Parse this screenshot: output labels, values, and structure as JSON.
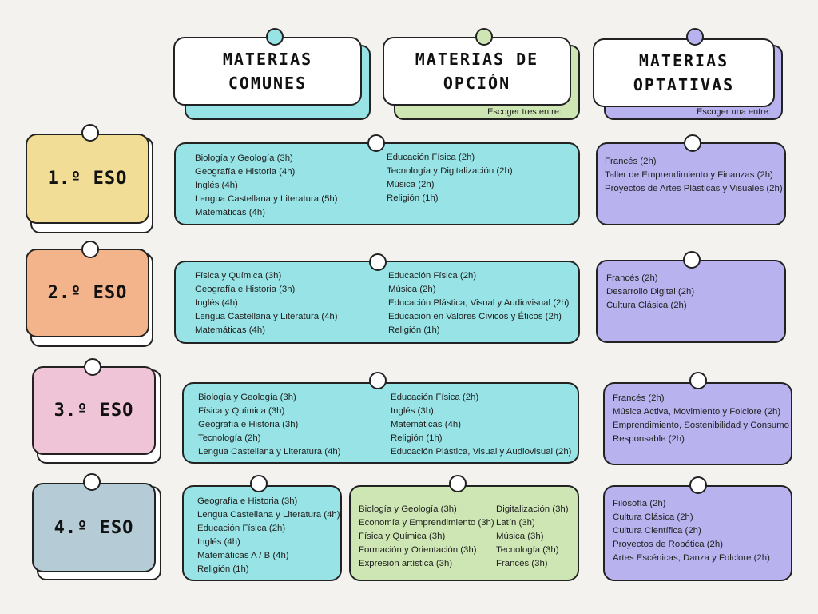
{
  "headers": {
    "comunes": {
      "line1": "MATERIAS",
      "line2": "COMUNES"
    },
    "opcion": {
      "line1": "MATERIAS DE",
      "line2": "OPCIÓN",
      "note": "Escoger tres entre:"
    },
    "optativas": {
      "line1": "MATERIAS",
      "line2": "OPTATIVAS",
      "note": "Escoger una entre:"
    }
  },
  "colors": {
    "comunes": "#97e3e5",
    "opcion": "#cde6b3",
    "optativas": "#b8b2ee",
    "eso1": "#f2dd96",
    "eso2": "#f3b48c",
    "eso3": "#efc4d6",
    "eso4": "#b5cbd6"
  },
  "rows": [
    {
      "course": "1.º ESO",
      "comunes": [
        "Biología y Geología (3h)",
        "Geografía e Historia (4h)",
        "Inglés (4h)",
        "Lengua Castellana y Literatura (5h)",
        "Matemáticas (4h)"
      ],
      "opcion": [
        "Educación Física (2h)",
        "Tecnología y Digitalización (2h)",
        "Música (2h)",
        "Religión (1h)"
      ],
      "optativas": [
        "Francés (2h)",
        "Taller de Emprendimiento y Finanzas (2h)",
        "Proyectos de Artes Plásticas y Visuales (2h)"
      ]
    },
    {
      "course": "2.º ESO",
      "comunes": [
        "Física y Química (3h)",
        "Geografía e Historia (3h)",
        "Inglés (4h)",
        "Lengua Castellana y Literatura (4h)",
        "Matemáticas (4h)"
      ],
      "opcion": [
        "Educación Física (2h)",
        "Música (2h)",
        "Educación Plástica, Visual y Audiovisual (2h)",
        "Educación en Valores Cívicos y Éticos (2h)",
        "Religión (1h)"
      ],
      "optativas": [
        "Francés (2h)",
        "Desarrollo Digital (2h)",
        "Cultura Clásica (2h)"
      ]
    },
    {
      "course": "3.º ESO",
      "comunes": [
        "Biología y Geología (3h)",
        "Física y Química (3h)",
        "Geografía e Historia (3h)",
        "Tecnología (2h)",
        "Lengua Castellana y Literatura (4h)"
      ],
      "opcion": [
        "Educación Física (2h)",
        "Inglés (3h)",
        "Matemáticas (4h)",
        "Religión (1h)",
        "Educación Plástica, Visual y Audiovisual (2h)"
      ],
      "optativas": [
        "Francés (2h)",
        "Música Activa, Movimiento y Folclore (2h)",
        "Emprendimiento, Sostenibilidad y Consumo",
        "Responsable (2h)"
      ]
    },
    {
      "course": "4.º ESO",
      "comunes": [
        "Geografía e Historia (3h)",
        "Lengua Castellana y Literatura (4h)",
        "Educación Física (2h)",
        "Inglés (4h)",
        "Matemáticas A / B (4h)",
        "Religión (1h)"
      ],
      "opcion_a": [
        "Biología y Geología (3h)",
        "Economía y Emprendimiento (3h)",
        "Física y Química (3h)",
        "Formación y Orientación (3h)",
        "Expresión artística (3h)"
      ],
      "opcion_b": [
        "Digitalización (3h)",
        "Latín (3h)",
        "Música (3h)",
        "Tecnología (3h)",
        "Francés (3h)"
      ],
      "optativas": [
        "Filosofía (2h)",
        "Cultura Clásica (2h)",
        "Cultura Científica (2h)",
        "Proyectos de Robótica (2h)",
        "Artes Escénicas, Danza y Folclore (2h)"
      ]
    }
  ]
}
